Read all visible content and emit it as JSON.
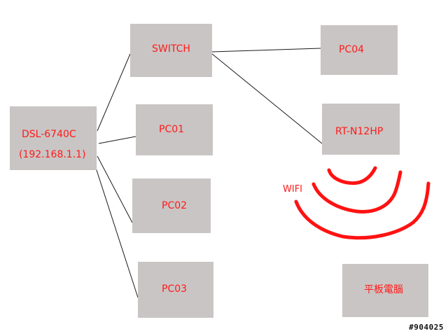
{
  "nodes": {
    "dsl": {
      "name": "DSL-6740C",
      "ip": "(192.168.1.1)"
    },
    "switch": {
      "name": "SWITCH"
    },
    "pc01": {
      "name": "PC01"
    },
    "pc02": {
      "name": "PC02"
    },
    "pc03": {
      "name": "PC03"
    },
    "pc04": {
      "name": "PC04"
    },
    "router": {
      "name": "RT-N12HP"
    },
    "tablet": {
      "name": "平板電腦"
    }
  },
  "links": [
    {
      "from": "dsl",
      "to": "switch"
    },
    {
      "from": "dsl",
      "to": "pc01"
    },
    {
      "from": "dsl",
      "to": "pc02"
    },
    {
      "from": "dsl",
      "to": "pc03"
    },
    {
      "from": "switch",
      "to": "pc04"
    },
    {
      "from": "switch",
      "to": "router"
    }
  ],
  "wifi": {
    "label": "WIFI"
  },
  "watermark": "#904025",
  "colors": {
    "box": "#c9c5c4",
    "label": "#ff1a1a",
    "wave": "#ff1212",
    "line": "#1a1a1a"
  }
}
